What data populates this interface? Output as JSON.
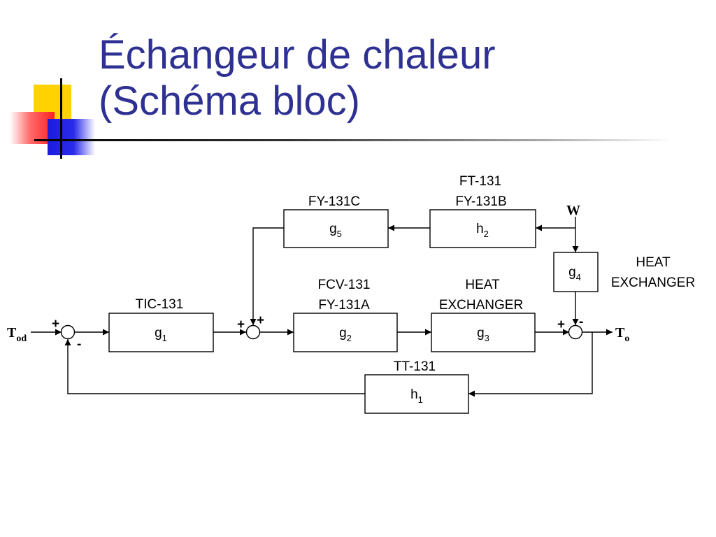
{
  "slide": {
    "title_line1": "Échangeur de chaleur",
    "title_line2": "(Schéma bloc)"
  },
  "diagram": {
    "signals": {
      "setpoint": {
        "main": "T",
        "sub": "od"
      },
      "output": {
        "main": "T",
        "sub": "o"
      },
      "disturbance": "W"
    },
    "blocks": {
      "g1": {
        "sym": "g",
        "sub": "1",
        "label1": "TIC-131"
      },
      "g2": {
        "sym": "g",
        "sub": "2",
        "label1": "FCV-131",
        "label2": "FY-131A"
      },
      "g3": {
        "sym": "g",
        "sub": "3",
        "label1": "HEAT",
        "label2": "EXCHANGER"
      },
      "g4": {
        "sym": "g",
        "sub": "4",
        "label1": "HEAT",
        "label2": "EXCHANGER"
      },
      "g5": {
        "sym": "g",
        "sub": "5",
        "label1": "FY-131C"
      },
      "h1": {
        "sym": "h",
        "sub": "1",
        "label1": "TT-131"
      },
      "h2": {
        "sym": "h",
        "sub": "2",
        "label1": "FT-131",
        "label2": "FY-131B"
      }
    },
    "junctions": {
      "s1": {
        "in_a": "+",
        "in_b": "-"
      },
      "s2": {
        "in_a": "+",
        "in_b": "+"
      },
      "s3": {
        "in_a": "+",
        "in_b": "-"
      }
    }
  }
}
